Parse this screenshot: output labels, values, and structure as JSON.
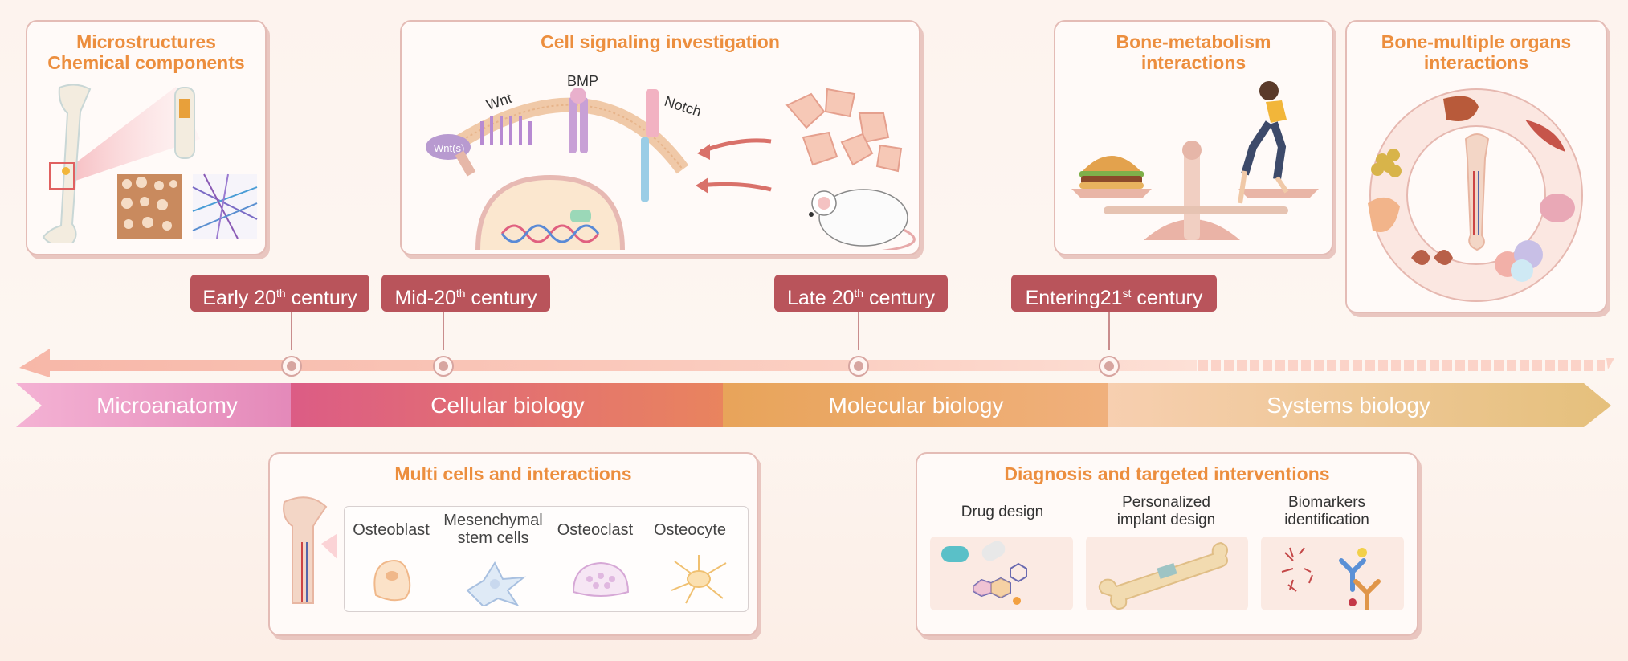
{
  "panels": {
    "microstructures": {
      "title": "Microstructures\nChemical components"
    },
    "cell_signaling": {
      "title": "Cell signaling investigation",
      "labels": {
        "wnt": "Wnt",
        "bmp": "BMP",
        "notch": "Notch",
        "wnt_ligand": "Wnt(s)"
      }
    },
    "bone_metabolism": {
      "title": "Bone-metabolism\ninteractions"
    },
    "bone_organs": {
      "title": "Bone-multiple organs\ninteractions"
    },
    "multi_cells": {
      "title": "Multi cells and interactions",
      "cells": [
        "Osteoblast",
        "Mesenchymal\nstem cells",
        "Osteoclast",
        "Osteocyte"
      ]
    },
    "diagnosis": {
      "title": "Diagnosis and targeted interventions",
      "items": [
        "Drug design",
        "Personalized\nimplant design",
        "Biomarkers\nidentification"
      ]
    }
  },
  "timeline": {
    "eras": [
      {
        "main": "Early 20",
        "sup": "th",
        "rest": " century"
      },
      {
        "main": "Mid-20",
        "sup": "th",
        "rest": " century"
      },
      {
        "main": "Late 20",
        "sup": "th",
        "rest": " century"
      },
      {
        "main": "Entering21",
        "sup": "st",
        "rest": " century"
      }
    ],
    "stages": [
      "Microanatomy",
      "Cellular biology",
      "Molecular biology",
      "Systems biology"
    ]
  },
  "colors": {
    "title_orange": "#ec8e3e",
    "era_red": "#b9545b",
    "stage_pink": "#e9a0c8",
    "stage_red": "#e0607a",
    "stage_orange": "#e8a45e",
    "stage_sand": "#efc79a"
  }
}
